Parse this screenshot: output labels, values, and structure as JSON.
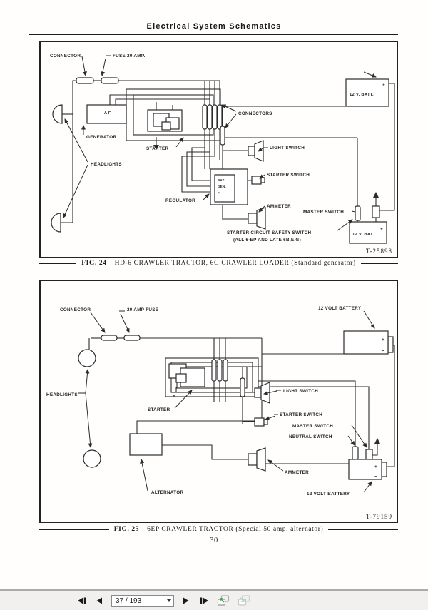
{
  "document": {
    "title": "Electrical System Schematics",
    "page_number": "30"
  },
  "fig24": {
    "ref": "T-25898",
    "caption_label": "FIG. 24",
    "caption_text": "HD-6 CRAWLER TRACTOR, 6G CRAWLER LOADER (Standard generator)",
    "labels": {
      "connector": "CONNECTOR",
      "fuse": "FUSE 20 AMP.",
      "battery_top": "12 V. BATT.",
      "generator": "GENERATOR",
      "generator_terminals": "A F",
      "starter": "STARTER",
      "headlights": "HEADLIGHTS",
      "connectors": "CONNECTORS",
      "light_switch": "LIGHT SWITCH",
      "starter_switch": "STARTER SWITCH",
      "regulator": "REGULATOR",
      "reg_bat": "BAT.",
      "reg_gen": "GEN.",
      "reg_f": "F.",
      "ammeter": "AMMETER",
      "master_switch": "MASTER SWITCH",
      "safety_switch": "STARTER CIRCUIT SAFETY SWITCH",
      "safety_switch_note": "(ALL 6-EP AND LATE 6B,E,G)",
      "battery_bottom": "12 V. BATT.",
      "plus": "+",
      "minus": "−"
    }
  },
  "fig25": {
    "ref": "T-79159",
    "caption_label": "FIG. 25",
    "caption_text": "6EP CRAWLER TRACTOR (Special 50 amp. alternator)",
    "labels": {
      "connector": "CONNECTOR",
      "fuse": "20 AMP FUSE",
      "battery_top": "12 VOLT BATTERY",
      "headlights": "HEADLIGHTS",
      "starter": "STARTER",
      "starter_plus": "+",
      "light_switch": "LIGHT SWITCH",
      "starter_switch": "STARTER SWITCH",
      "master_switch": "MASTER SWITCH",
      "neutral_switch": "NEUTRAL SWITCH",
      "alternator": "ALTERNATOR",
      "ammeter": "AMMETER",
      "battery_bottom": "12 VOLT BATTERY",
      "plus": "+",
      "minus": "−"
    }
  },
  "toolbar": {
    "page_field": "37 / 193",
    "icons": {
      "first_page_icon": "◀|",
      "prev_page_icon": "◀",
      "next_page_icon": "▶",
      "last_page_icon": "|▶",
      "dropdown_caret_icon": "▾",
      "prev_view_icon": "window-with-green-up-left-arrow",
      "next_view_icon": "window-with-gray-down-right-arrow"
    },
    "colors": {
      "toolbar_bg": "#f1f0ee",
      "accent_green": "#3f9d4f",
      "ink": "#2b2b2b"
    }
  }
}
